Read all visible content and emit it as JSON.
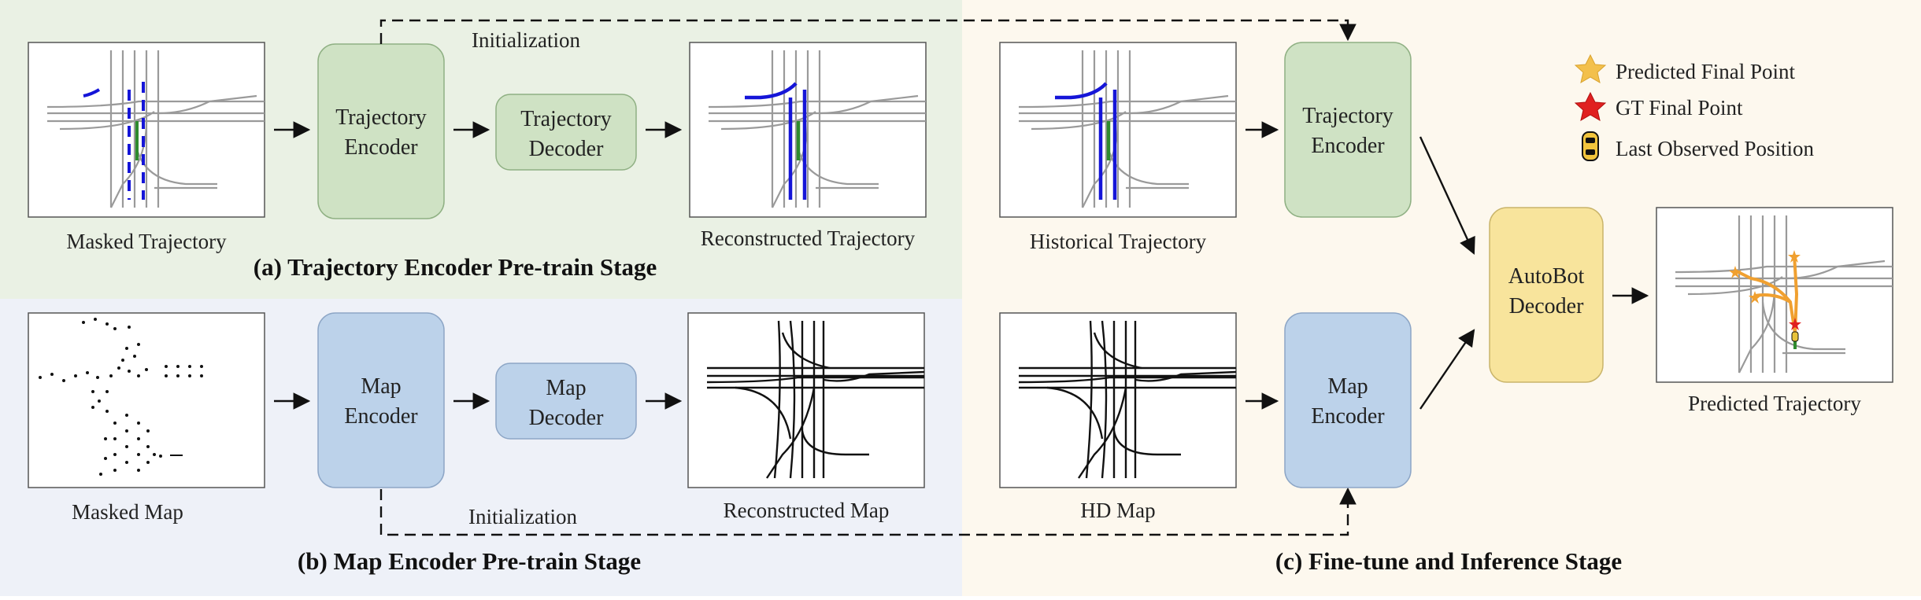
{
  "colors": {
    "pretrain_traj_bg": "#eaf1e4",
    "pretrain_map_bg": "#eef1f8",
    "finetune_bg": "#fdf8ee",
    "traj_box": "#cfe2c4",
    "map_box": "#bcd2ea",
    "decoder_box": "#f8e49c",
    "traj_blue": "#1515d8",
    "traj_green": "#2e8b2e",
    "pred_orange": "#f0a030",
    "gt_red": "#e02020"
  },
  "stage_a": {
    "title": "(a) Trajectory Encoder Pre-train  Stage",
    "input_label": "Masked Trajectory",
    "encoder_line1": "Trajectory",
    "encoder_line2": "Encoder",
    "decoder_line1": "Trajectory",
    "decoder_line2": "Decoder",
    "output_label": "Reconstructed Trajectory",
    "init_label": "Initialization"
  },
  "stage_b": {
    "title": "(b) Map Encoder Pre-train  Stage",
    "input_label": "Masked Map",
    "encoder_line1": "Map",
    "encoder_line2": "Encoder",
    "decoder_line1": "Map",
    "decoder_line2": "Decoder",
    "output_label": "Reconstructed Map",
    "init_label": "Initialization"
  },
  "stage_c": {
    "title": "(c) Fine-tune and Inference Stage",
    "traj_input_label": "Historical Trajectory",
    "map_input_label": "HD Map",
    "traj_encoder_line1": "Trajectory",
    "traj_encoder_line2": "Encoder",
    "map_encoder_line1": "Map",
    "map_encoder_line2": "Encoder",
    "decoder_line1": "AutoBot",
    "decoder_line2": "Decoder",
    "output_label": "Predicted Trajectory"
  },
  "legend": {
    "items": [
      {
        "label": "Predicted Final Point",
        "icon": "orange-star-icon"
      },
      {
        "label": "GT Final Point",
        "icon": "red-star-icon"
      },
      {
        "label": "Last Observed Position",
        "icon": "car-icon"
      }
    ]
  }
}
